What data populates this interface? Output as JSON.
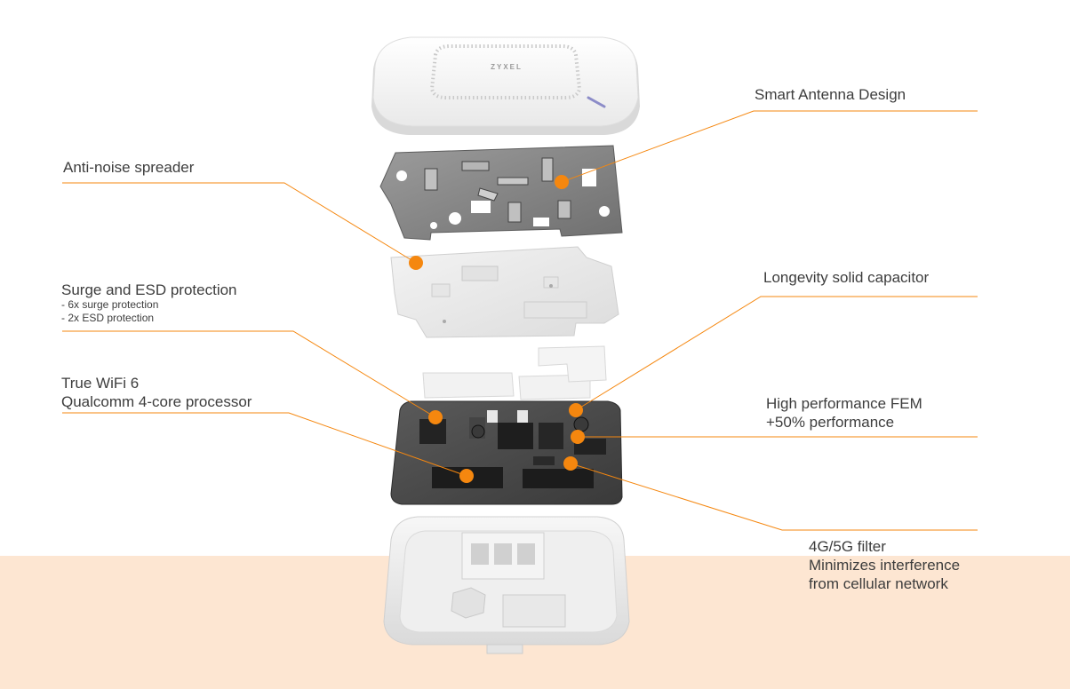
{
  "brand_text": "ZYXEL",
  "accent_color": "#f5870f",
  "floor_color": "#fde6d2",
  "callouts": {
    "smart_antenna": {
      "lines": [
        "Smart  Antenna Design"
      ]
    },
    "anti_noise": {
      "lines": [
        "Anti-noise spreader"
      ]
    },
    "surge_esd": {
      "title": "Surge and ESD protection",
      "details": [
        "- 6x surge protection",
        "- 2x ESD protection"
      ]
    },
    "longevity": {
      "lines": [
        "Longevity solid capacitor"
      ]
    },
    "wifi6": {
      "lines": [
        "True WiFi 6",
        "Qualcomm 4-core processor"
      ]
    },
    "fem": {
      "lines": [
        "High performance FEM",
        "+50% performance"
      ]
    },
    "filter": {
      "lines": [
        "4G/5G filter",
        "Minimizes interference",
        "from cellular network"
      ]
    }
  }
}
